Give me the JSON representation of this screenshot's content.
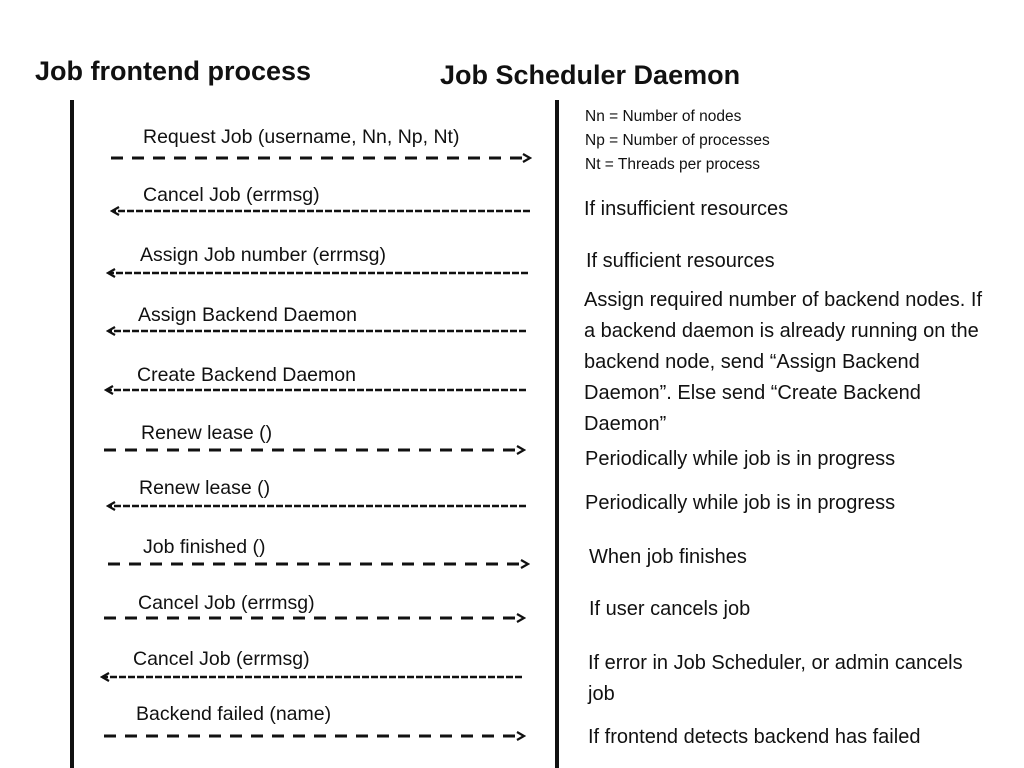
{
  "titles": {
    "frontend": "Job frontend process",
    "scheduler": "Job Scheduler Daemon"
  },
  "legend": [
    "Nn = Number of nodes",
    "Np = Number of processes",
    "Nt = Threads per process"
  ],
  "messages": [
    {
      "label": "Request Job (username, Nn, Np, Nt)",
      "direction": "frontend-to-scheduler",
      "note": ""
    },
    {
      "label": "Cancel Job (errmsg)",
      "direction": "scheduler-to-frontend",
      "note": "If insufficient resources"
    },
    {
      "label": "Assign Job number (errmsg)",
      "direction": "scheduler-to-frontend",
      "note": "If sufficient resources"
    },
    {
      "label": "Assign Backend Daemon",
      "direction": "scheduler-to-frontend",
      "note": "Assign required number of backend nodes.  If a backend daemon is already running on the backend node, send “Assign Backend Daemon”. Else send “Create  Backend Daemon”"
    },
    {
      "label": "Create Backend Daemon",
      "direction": "scheduler-to-frontend",
      "note": ""
    },
    {
      "label": "Renew lease ()",
      "direction": "frontend-to-scheduler",
      "note": "Periodically while job is in progress"
    },
    {
      "label": "Renew lease ()",
      "direction": "scheduler-to-frontend",
      "note": "Periodically while job is in progress"
    },
    {
      "label": "Job finished ()",
      "direction": "frontend-to-scheduler",
      "note": "When job finishes"
    },
    {
      "label": "Cancel Job (errmsg)",
      "direction": "frontend-to-scheduler",
      "note": "If user cancels job"
    },
    {
      "label": "Cancel Job (errmsg)",
      "direction": "scheduler-to-frontend",
      "note": "If error in Job Scheduler, or admin cancels job"
    },
    {
      "label": "Backend failed (name)",
      "direction": "frontend-to-scheduler",
      "note": "If frontend detects backend has failed"
    }
  ]
}
